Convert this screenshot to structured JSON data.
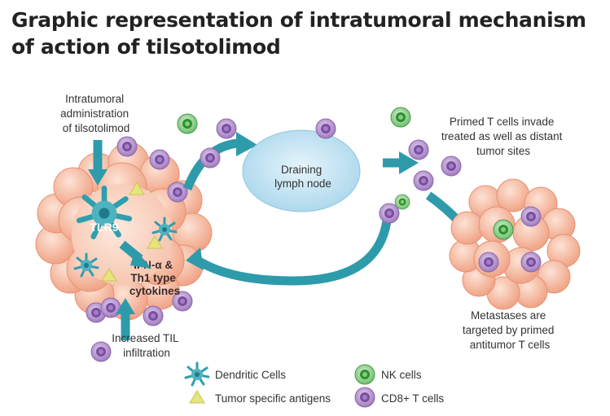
{
  "title_line1": "Graphic representation of intratumoral mechanism",
  "title_line2": "of action of tilsotolimod",
  "labels": {
    "admin": [
      "Intratumoral",
      "administration",
      "of tilsotolimod"
    ],
    "tlr9": "TLR9",
    "cytokines": [
      "IFN-α &",
      "Th1 type",
      "cytokines"
    ],
    "til": [
      "Increased TIL",
      "infiltration"
    ],
    "lymph": [
      "Draining",
      "lymph node"
    ],
    "primed": [
      "Primed T cells invade",
      "treated as well as distant",
      "tumor sites"
    ],
    "metastases": [
      "Metastases are",
      "targeted by primed",
      "antitumor T cells"
    ]
  },
  "legend": {
    "dendritic": "Dendritic Cells",
    "antigens": "Tumor specific antigens",
    "nk": "NK cells",
    "cd8": "CD8+ T cells"
  },
  "colors": {
    "tumor_outer": "#f2a98c",
    "tumor_core": "#fbd9c8",
    "arrow_teal": "#2e9bab",
    "lymph_node": "#c7e6f4",
    "cd8_purple": "#b99ad0",
    "nk_green": "#5cb85c",
    "antigen_yellow": "#e7e57a"
  }
}
